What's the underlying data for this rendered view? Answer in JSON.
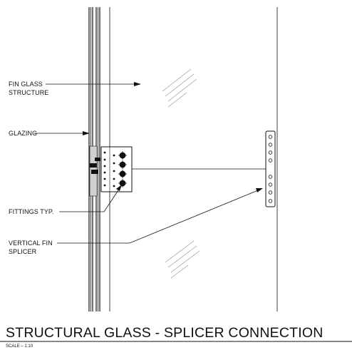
{
  "drawing": {
    "title": "STRUCTURAL GLASS - SPLICER CONNECTION",
    "scale": "SCALE – 1:10",
    "labels": {
      "fin_glass_line1": "FIN GLASS",
      "fin_glass_line2": "STRUCTURE",
      "glazing": "GLAZING",
      "fittings": "FITTINGS TYP.",
      "vertical_fin_line1": "VERTICAL FIN",
      "vertical_fin_line2": "SPLICER"
    },
    "colors": {
      "line": "#111111",
      "hatch": "#9a9a9a",
      "background": "#ffffff"
    }
  }
}
